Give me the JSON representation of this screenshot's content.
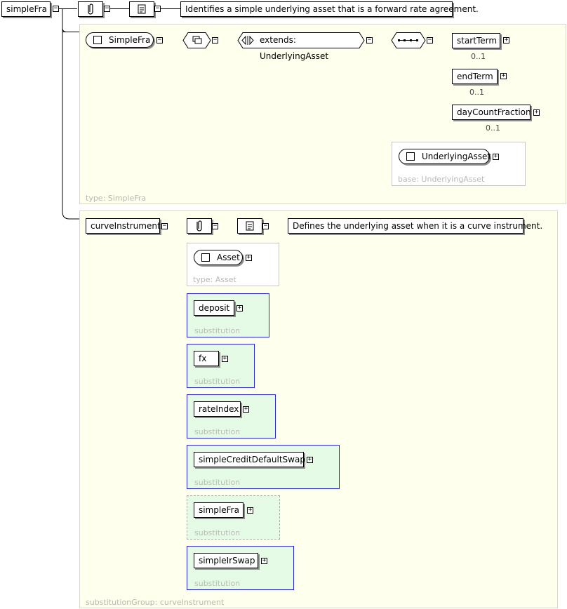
{
  "root": {
    "name": "simpleFra",
    "documentation": "Identifies a simple underlying asset that is a forward rate agreement."
  },
  "simpleFra_type": {
    "complex_type_name": "SimpleFra",
    "extends_label": "extends: UnderlyingAsset",
    "type_note": "type: SimpleFra",
    "children": [
      {
        "name": "startTerm",
        "occurrence": "0..1"
      },
      {
        "name": "endTerm",
        "occurrence": "0..1"
      },
      {
        "name": "dayCountFraction",
        "occurrence": "0..1"
      }
    ],
    "base": {
      "name": "UnderlyingAsset",
      "note": "base: UnderlyingAsset"
    }
  },
  "curveInstrument": {
    "name": "curveInstrument",
    "documentation": "Defines the underlying asset when it is a curve instrument.",
    "type_name": "Asset",
    "type_note": "type: Asset",
    "substitution_group_note": "substitutionGroup: curveInstrument",
    "substitution_label": "substitution",
    "substitutions": [
      "deposit",
      "fx",
      "rateIndex",
      "simpleCreditDefaultSwap",
      "simpleFra",
      "simpleIrSwap"
    ]
  },
  "colors": {
    "panel_bg": "#ffffee",
    "substitution_bg": "#e6fbe6",
    "substitution_border": "#2828c8"
  },
  "icons": [
    "annotation-icon",
    "documentation-icon",
    "choice-icon",
    "sequence-icon",
    "extends-icon",
    "expand-icon",
    "collapse-icon"
  ]
}
